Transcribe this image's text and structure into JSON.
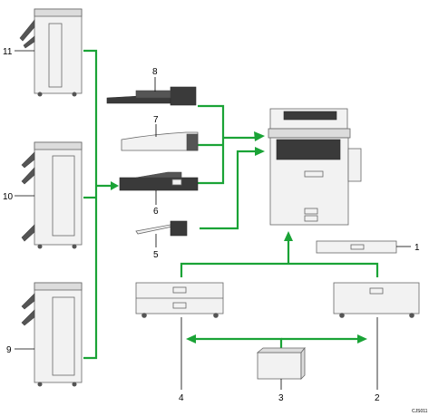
{
  "labels": {
    "n1": "1",
    "n2": "2",
    "n3": "3",
    "n4": "4",
    "n5": "5",
    "n6": "6",
    "n7": "7",
    "n8": "8",
    "n9": "9",
    "n10": "10",
    "n11": "11"
  },
  "figure_code": "CJS011",
  "colors": {
    "connector": "#1aa336",
    "equipment_body": "#f2f2f2",
    "equipment_dark": "#555555"
  }
}
